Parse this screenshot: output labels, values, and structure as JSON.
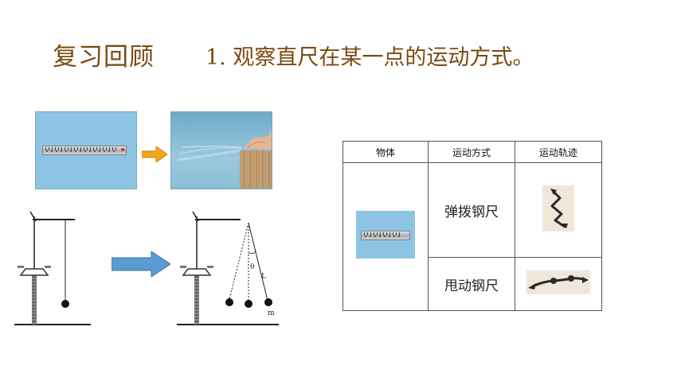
{
  "heading": {
    "title": "复习回顾",
    "subtitle": "1. 观察直尺在某一点的运动方式。"
  },
  "table": {
    "headers": [
      "物体",
      "运动方式",
      "运动轨迹"
    ],
    "rows": [
      {
        "motion": "弹拨钢尺",
        "trace_icon": "zigzag-vertical-trace"
      },
      {
        "motion": "甩动钢尺",
        "trace_icon": "horizontal-swing-trace"
      }
    ],
    "object_icon": "steel-ruler-photo"
  },
  "figures": {
    "pendulum_labels": {
      "angle": "θ",
      "length": "L",
      "mass": "m"
    }
  },
  "colors": {
    "title": "#7a4a12",
    "arrow_blue": "#5b9bd5",
    "arrow_orange": "#f0a81c",
    "photo_blue": "#8dc4e3"
  }
}
